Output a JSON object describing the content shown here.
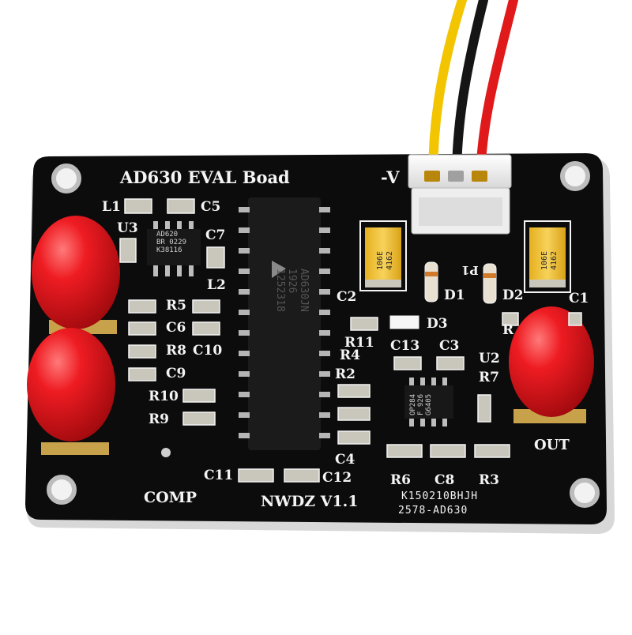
{
  "board": {
    "title": "AD630 EVAL Boad",
    "power_label": "-V",
    "comp_label": "COMP",
    "out_label": "OUT",
    "version": "NWDZ V1.1",
    "serial_line1": "K150210BHJH",
    "serial_line2": "2578-AD630",
    "connector_label": "P1"
  },
  "components": {
    "u3_chip": {
      "line1": "AD620",
      "line2": "BR 0229",
      "line3": "K38116"
    },
    "main_ic": {
      "line1": "AD630JN",
      "line2": "1926",
      "line3": "1252318"
    },
    "u2_chip": {
      "line1": "OP284",
      "line2": "F 926",
      "line3": "G6405"
    },
    "tant_left": {
      "line1": "106E",
      "line2": "4162"
    },
    "tant_right": {
      "line1": "106E",
      "line2": "4162"
    }
  },
  "refdes": {
    "L1": "L1",
    "C5": "C5",
    "U3": "U3",
    "C7": "C7",
    "L2": "L2",
    "R5": "R5",
    "C6": "C6",
    "R8": "R8",
    "C10": "C10",
    "C9": "C9",
    "R10": "R10",
    "R9": "R9",
    "C2": "C2",
    "R11": "R11",
    "D1": "D1",
    "D2": "D2",
    "D3": "D3",
    "C13": "C13",
    "C3": "C3",
    "U2": "U2",
    "R4": "R4",
    "R2": "R2",
    "R7": "R7",
    "C4": "C4",
    "C11": "C11",
    "C12": "C12",
    "R6": "R6",
    "C8": "C8",
    "R3": "R3",
    "C1": "C1",
    "R1": "R"
  },
  "colors": {
    "pcb": "#0c0c0c",
    "silkscreen": "#f4f4f4",
    "pad": "#c9c6bb",
    "cap_red": "#e0141a",
    "wire_yellow": "#f2c500",
    "wire_black": "#151515",
    "wire_red": "#e01a1a",
    "tantalum": "#f0c030",
    "connector": "#f2f2f2"
  }
}
